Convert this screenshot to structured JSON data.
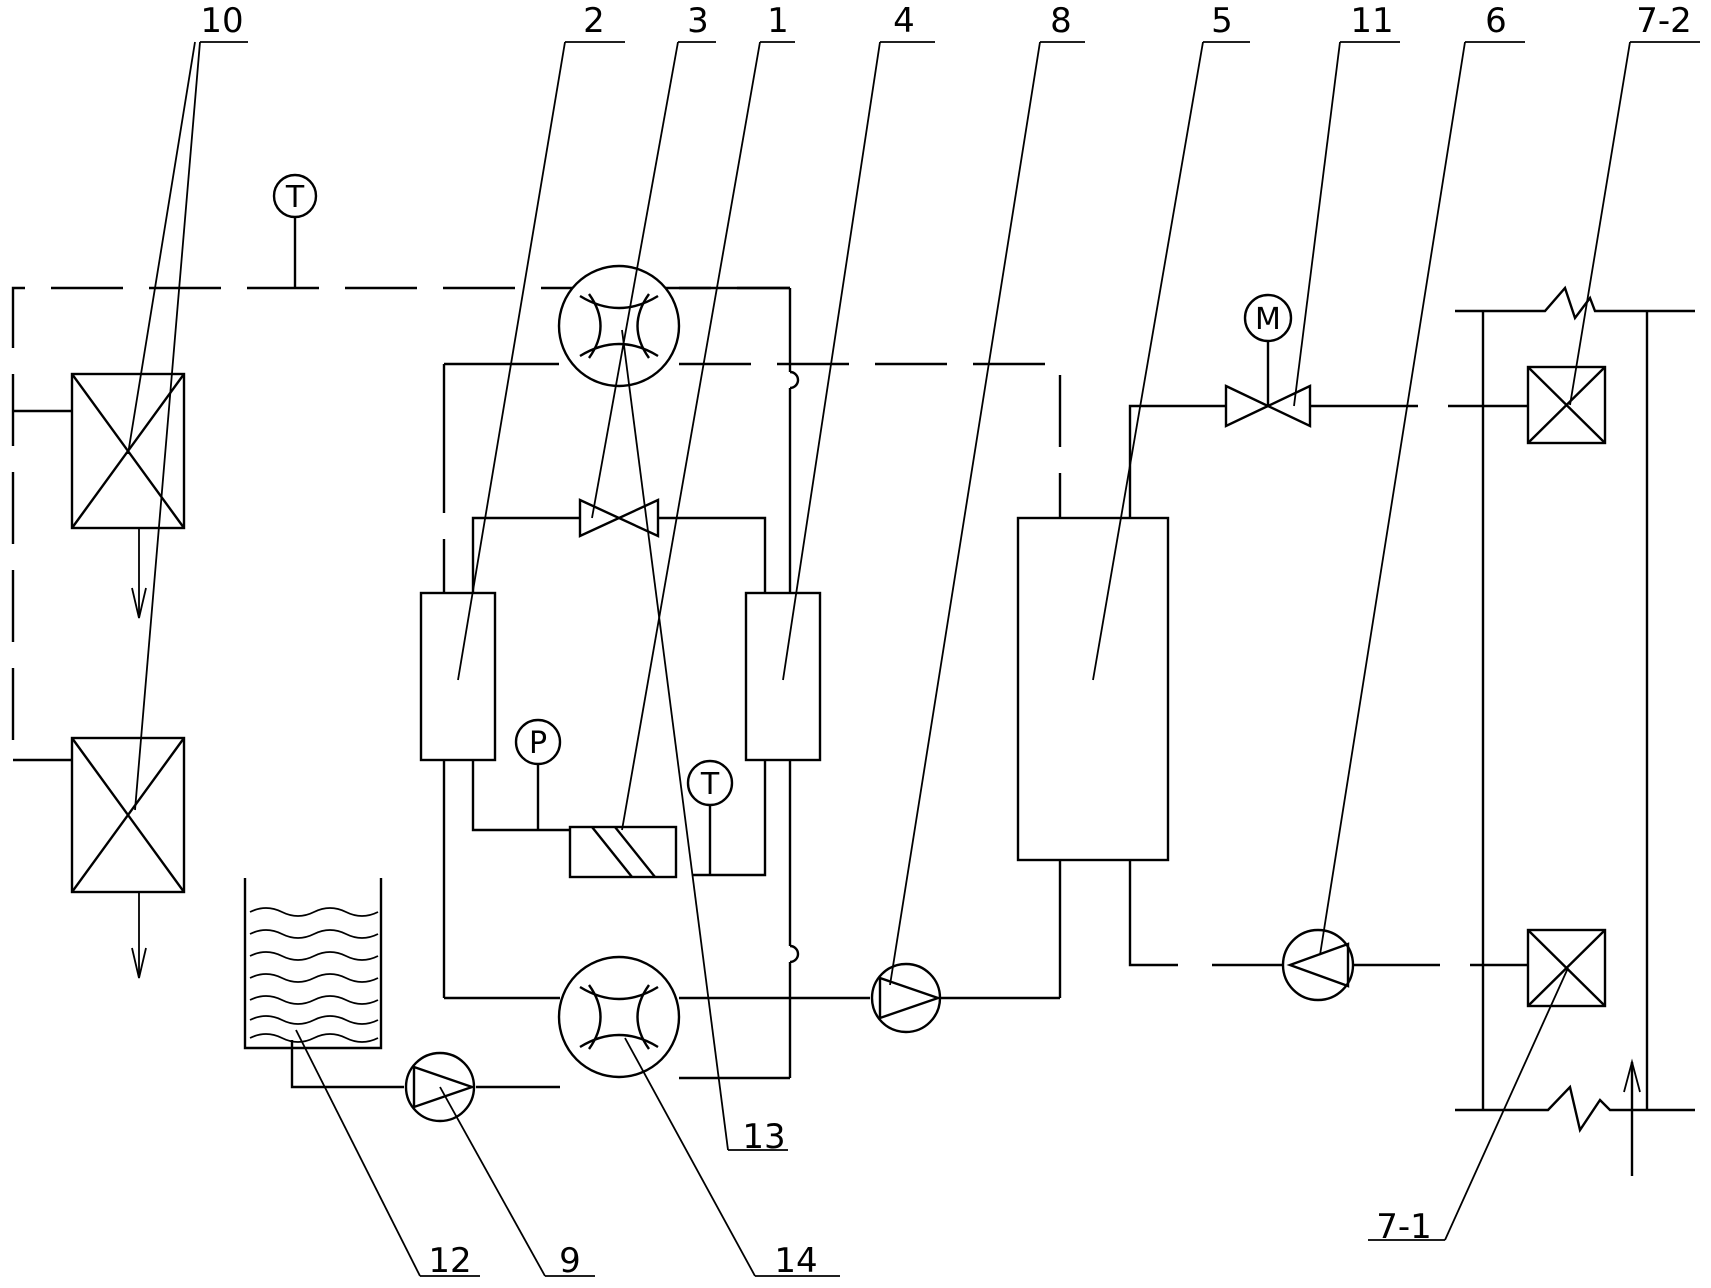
{
  "labels": {
    "l1": "1",
    "l2": "2",
    "l3": "3",
    "l4": "4",
    "l5": "5",
    "l6": "6",
    "l7_1": "7-1",
    "l7_2": "7-2",
    "l8": "8",
    "l9": "9",
    "l10": "10",
    "l11": "11",
    "l12": "12",
    "l13": "13",
    "l14": "14"
  },
  "gauges": {
    "temp_top": "T",
    "pressure": "P",
    "temp_mid": "T",
    "motor": "M"
  }
}
